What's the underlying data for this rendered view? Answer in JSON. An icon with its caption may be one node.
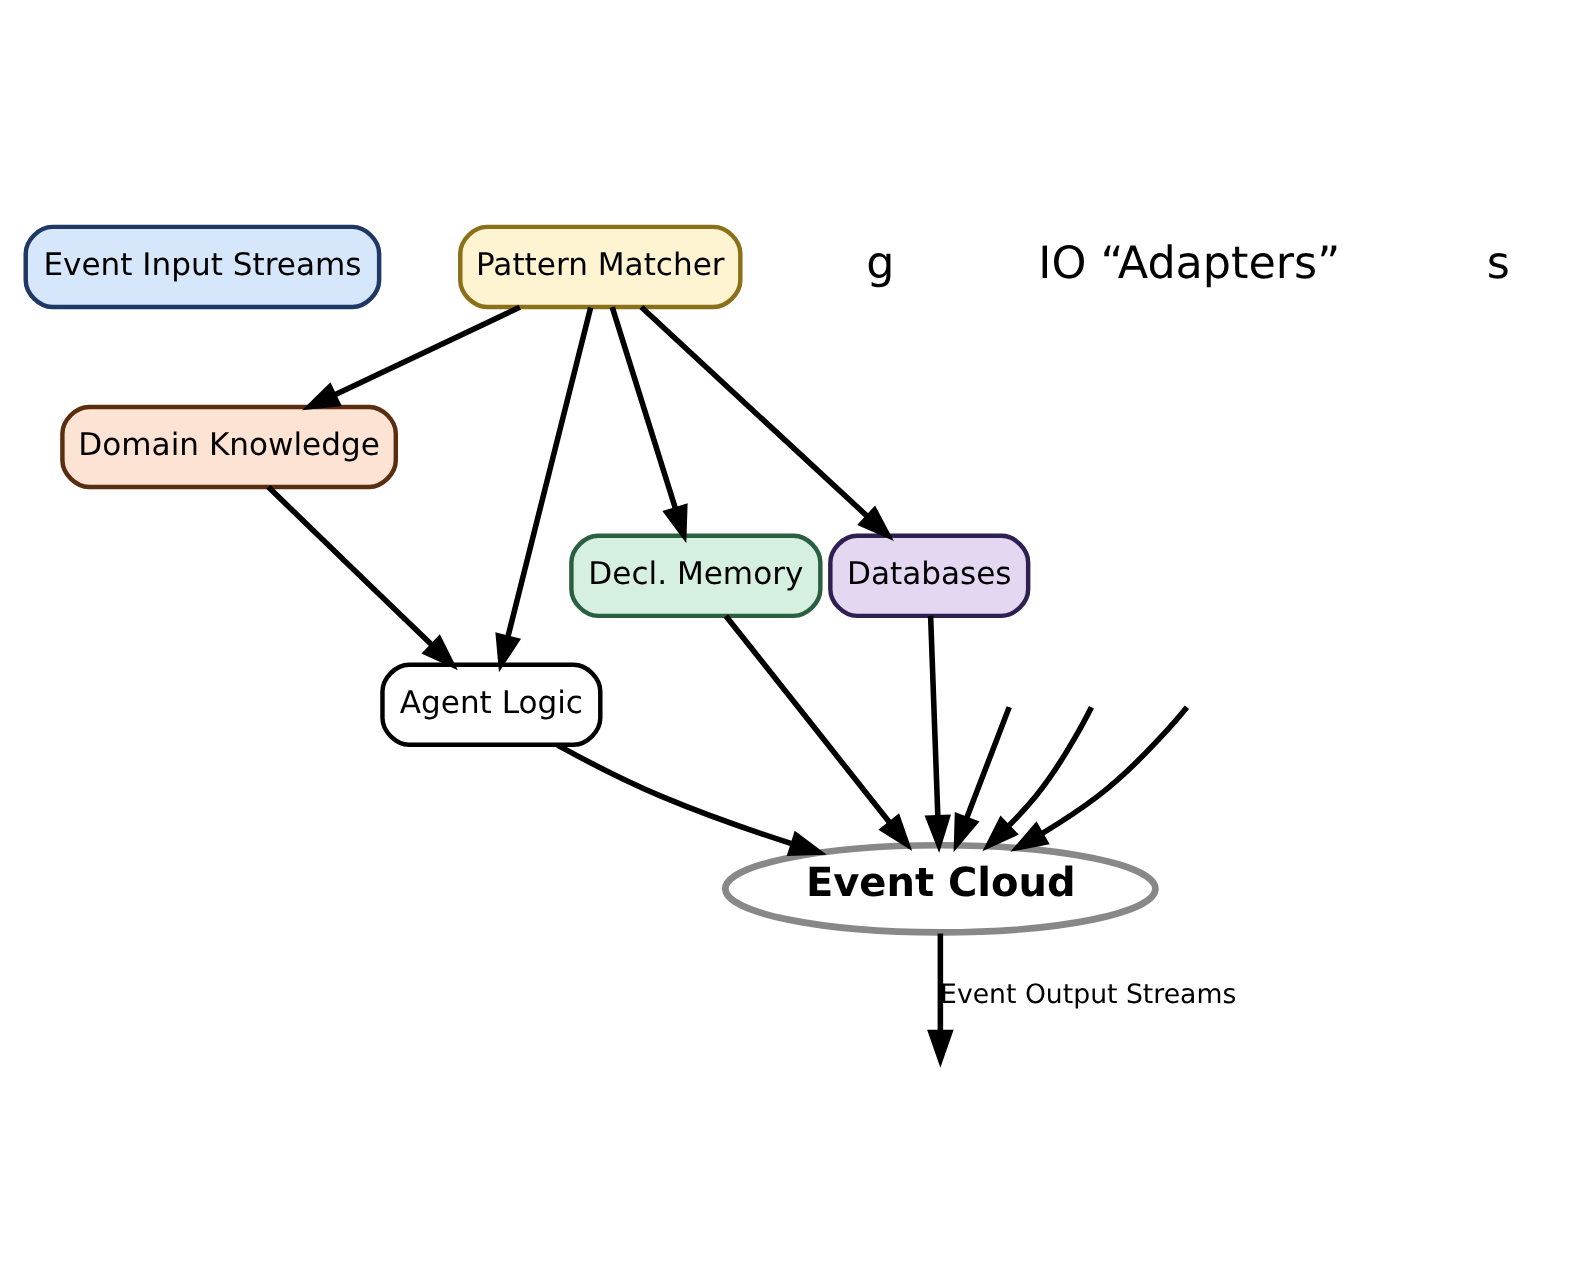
{
  "diagram": {
    "nodes": [
      {
        "text": [
          "Event Input Streams"
        ]
      },
      {
        "text": [
          "Event Cloud"
        ]
      },
      {
        "text": [
          "Pattern Matcher"
        ]
      },
      {
        "text": [
          "Agent Logic"
        ]
      },
      {
        "text": [
          "Decl. Memory"
        ]
      },
      {
        "text": [
          "Domain Knowledge"
        ]
      },
      {
        "text": [
          "Databases"
        ]
      }
    ],
    "edges": [
      {
        "from": null,
        "to": 1,
        "arrow": "to"
      },
      {
        "from": null,
        "to": 1,
        "arrow": "to"
      },
      {
        "from": null,
        "to": 1,
        "arrow": "to"
      },
      {
        "from": 1,
        "to": null,
        "arrow": "to",
        "label": "Event Output Streams"
      },
      {
        "from": 2,
        "to": 3,
        "arrow": "to"
      },
      {
        "from": 2,
        "to": 5,
        "arrow": "to"
      },
      {
        "from": 2,
        "to": 6,
        "arrow": "to"
      },
      {
        "from": 2,
        "to": 4,
        "arrow": "to"
      },
      {
        "from": 5,
        "to": 3,
        "arrow": "to"
      },
      {
        "from": 3,
        "to": 1,
        "arrow": "to"
      },
      {
        "from": 4,
        "to": 1,
        "arrow": "to"
      },
      {
        "from": 6,
        "to": 1,
        "arrow": "to"
      }
    ],
    "labels": [
      "g",
      "IO “Adapters”",
      "s"
    ]
  }
}
